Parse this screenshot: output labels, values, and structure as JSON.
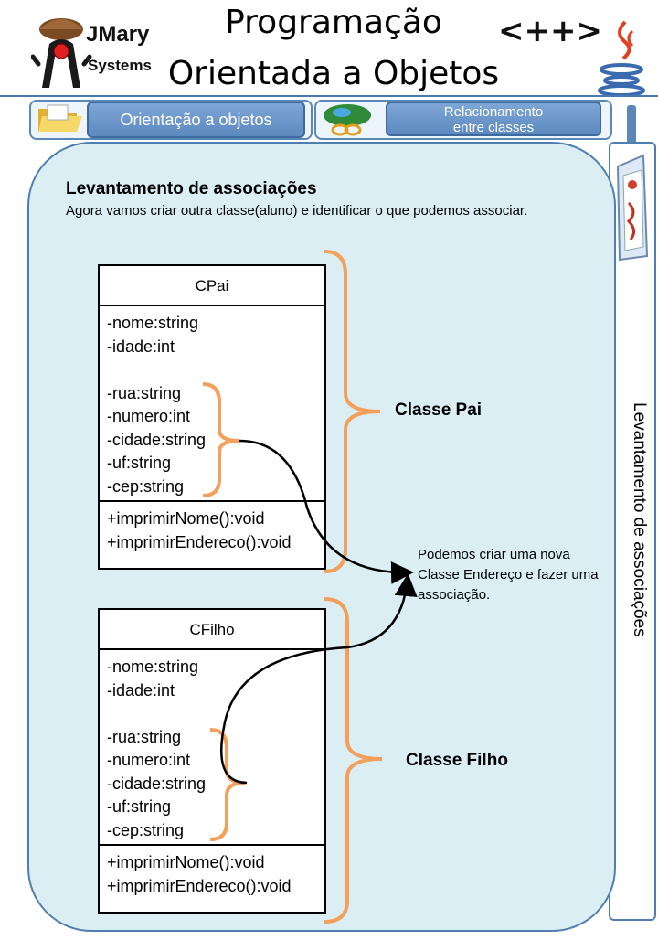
{
  "header": {
    "logo_top": "JMary",
    "logo_bottom": "Systems",
    "title_line1": "Programação",
    "title_line2": "Orientada a Objetos",
    "cpp_label": "<++>"
  },
  "nav": {
    "item1_label": "Orientação a objetos",
    "item2_label": "Relacionamento\nentre classes"
  },
  "content": {
    "heading": "Levantamento de associações",
    "intro": "Agora vamos criar outra classe(aluno) e identificar o que podemos associar.",
    "note": "Podemos criar uma nova Classe Endereço e fazer uma associação.",
    "label_pai": "Classe Pai",
    "label_filho": "Classe Filho",
    "side_title": "Levantamento de associações"
  },
  "classes": [
    {
      "name": "CPai",
      "attrs_a": [
        "-nome:string",
        "-idade:int"
      ],
      "attrs_b": [
        "-rua:string",
        "-numero:int",
        "-cidade:string",
        "-uf:string",
        "-cep:string"
      ],
      "methods": [
        "+imprimirNome():void",
        "+imprimirEndereco():void"
      ]
    },
    {
      "name": "CFilho",
      "attrs_a": [
        "-nome:string",
        "-idade:int"
      ],
      "attrs_b": [
        "-rua:string",
        "-numero:int",
        "-cidade:string",
        "-uf:string",
        "-cep:string"
      ],
      "methods": [
        "+imprimirNome():void",
        "+imprimirEndereco():void"
      ]
    }
  ],
  "colors": {
    "accent_blue": "#4f7fb2",
    "panel_fill": "#daeef4",
    "brace_orange": "#f4a05a",
    "nav_button": "#6a94c8"
  }
}
